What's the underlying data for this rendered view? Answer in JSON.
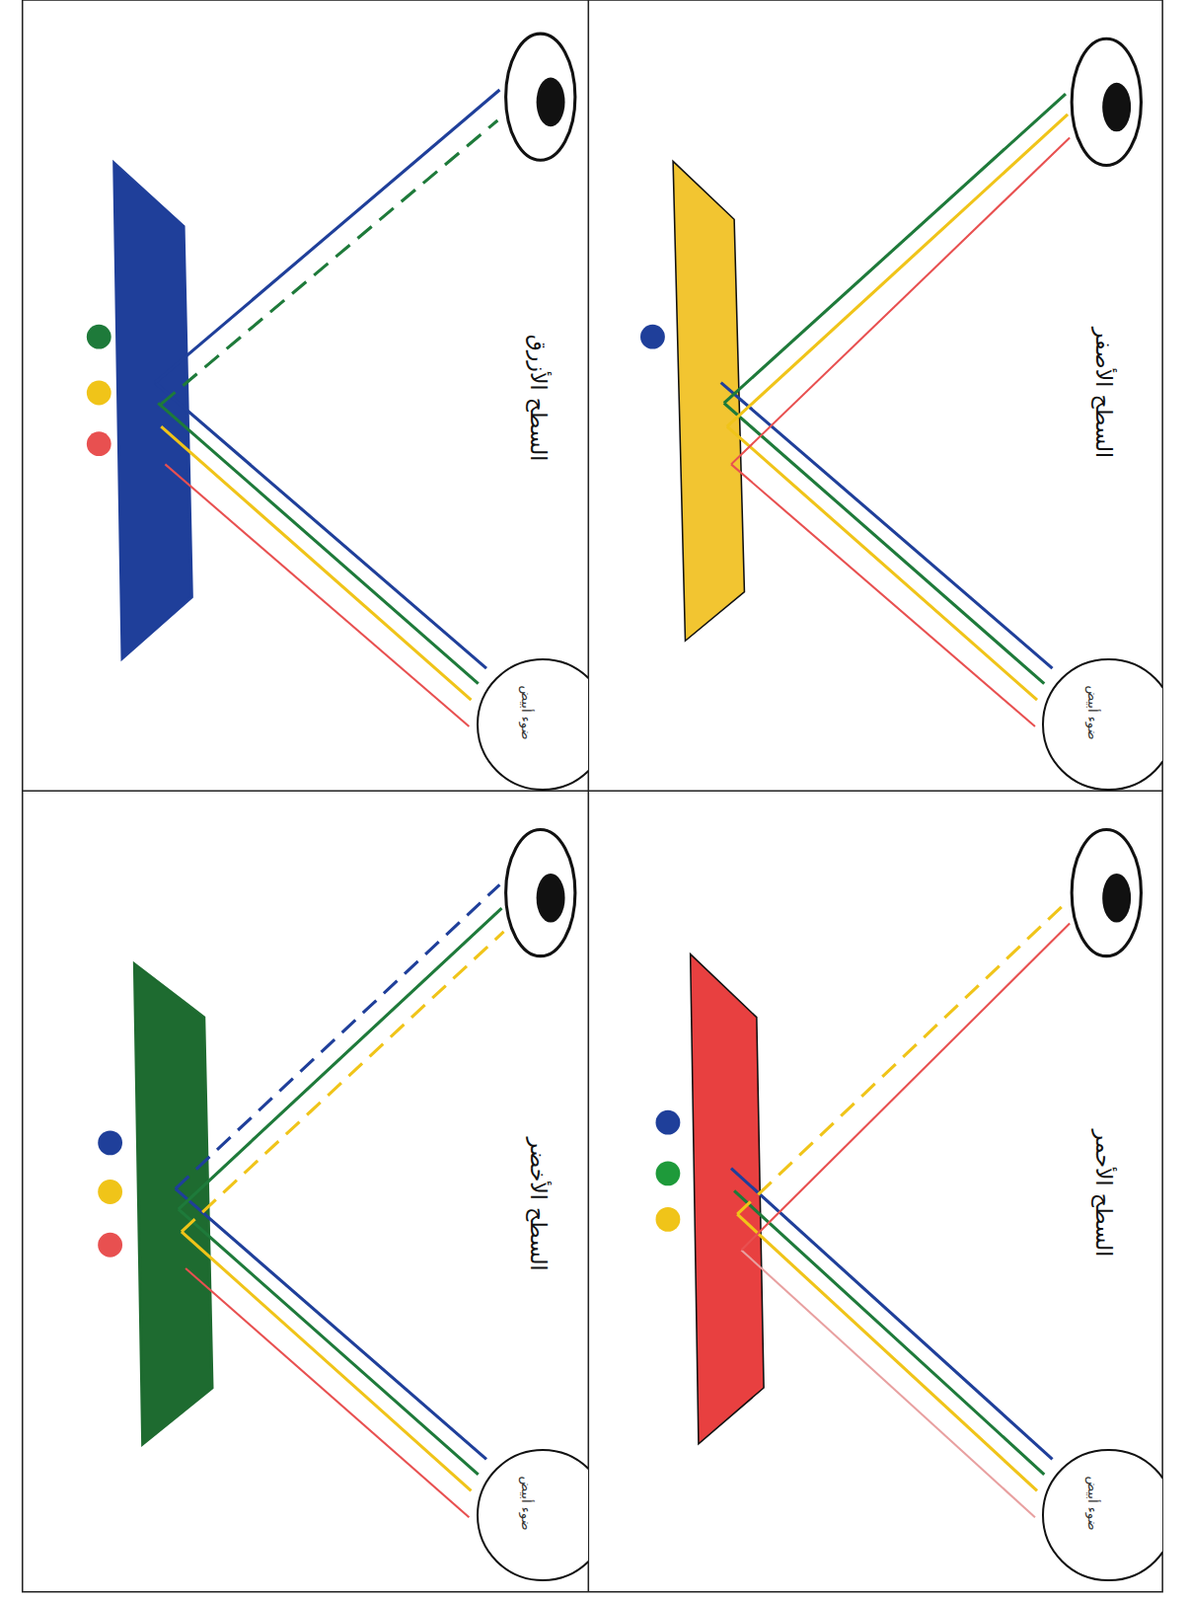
{
  "diagram": {
    "nodes": [
      {
        "text": [
          "ضوء أبيض"
        ]
      },
      {
        "text": [
          "ضوء أبيض"
        ]
      },
      {
        "text": [
          "ضوء أبيض"
        ]
      },
      {
        "text": [
          "ضوء أبيض"
        ]
      }
    ],
    "labels": [
      "السطح الأزرق",
      "السطح الأصفر",
      "السطح الأخضر",
      "السطح الأحمر"
    ]
  }
}
